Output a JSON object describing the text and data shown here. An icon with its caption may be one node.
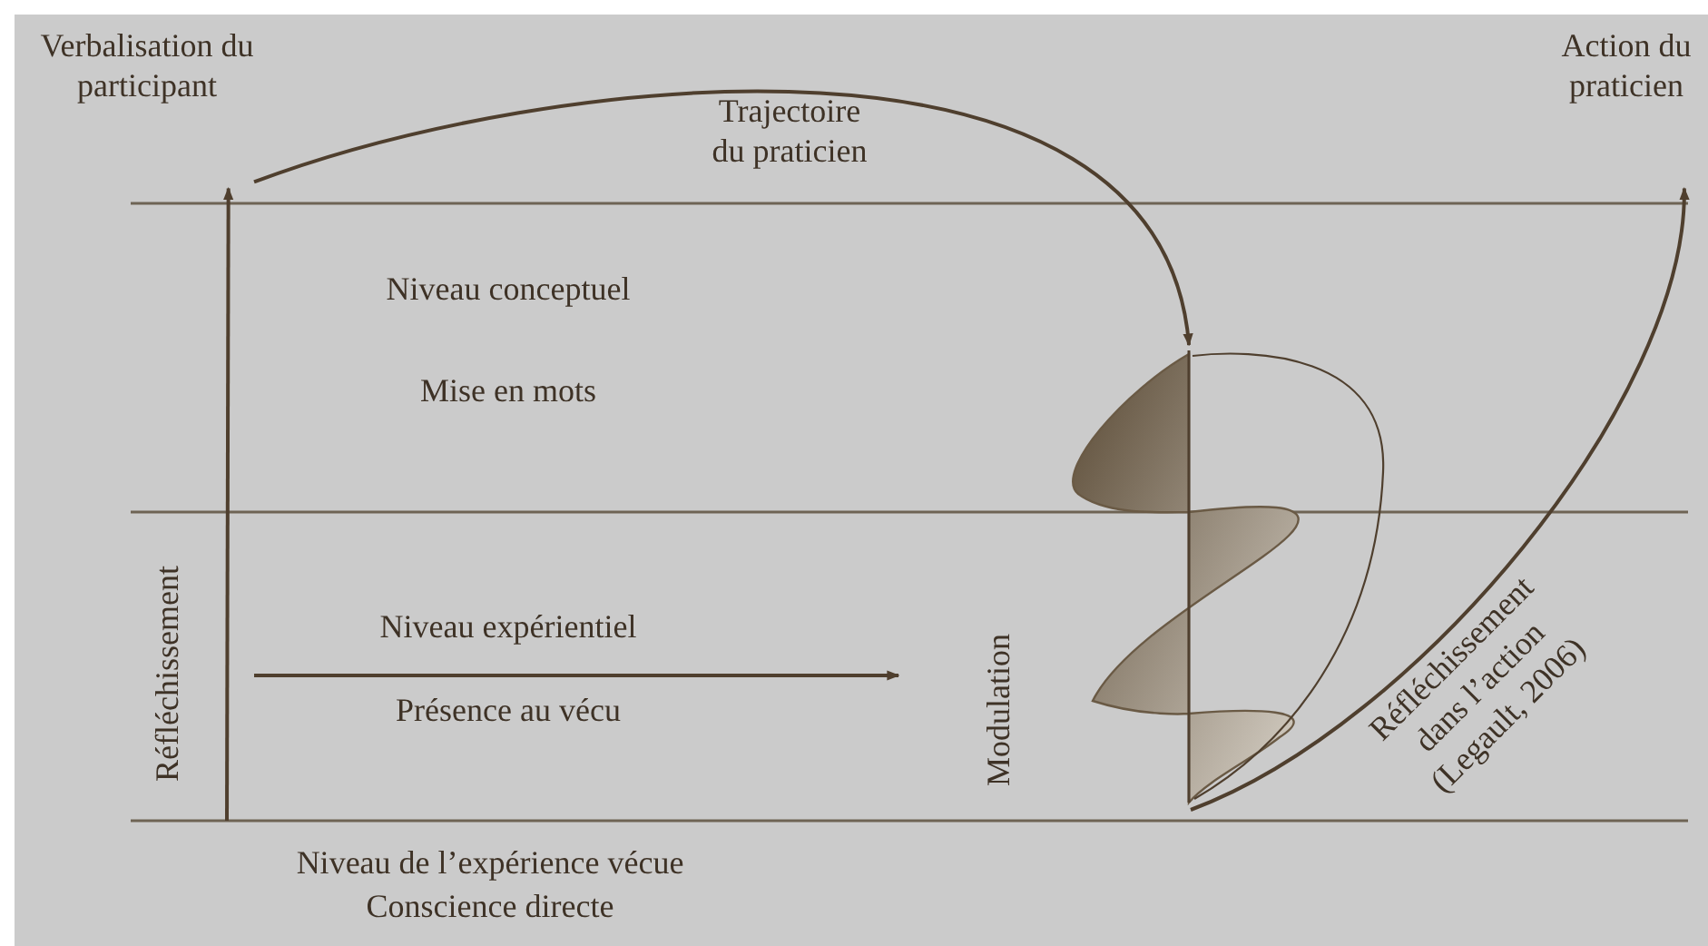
{
  "diagram": {
    "nodes": [
      {
        "text": [
          "Verbalisation du participant"
        ]
      },
      {
        "text": [
          "Action du praticien"
        ]
      },
      {
        "text": [],
        "shape": "spiral"
      }
    ],
    "edges": [
      {
        "from": 0,
        "to": 2,
        "arrow": "to",
        "label": "Trajectoire du praticien"
      },
      {
        "from": 2,
        "to": 1,
        "arrow": "to",
        "label": "Réfléchissement dans l’action (Legault, 2006)"
      },
      {
        "from": null,
        "to": 0,
        "arrow": "to",
        "label": "Réfléchissement"
      }
    ],
    "labels": [
      "Niveau conceptuel",
      "Mise en mots",
      "Niveau expérientiel",
      "Présence au vécu",
      "Modulation",
      "Niveau de l’expérience vécue",
      "Conscience directe"
    ]
  }
}
